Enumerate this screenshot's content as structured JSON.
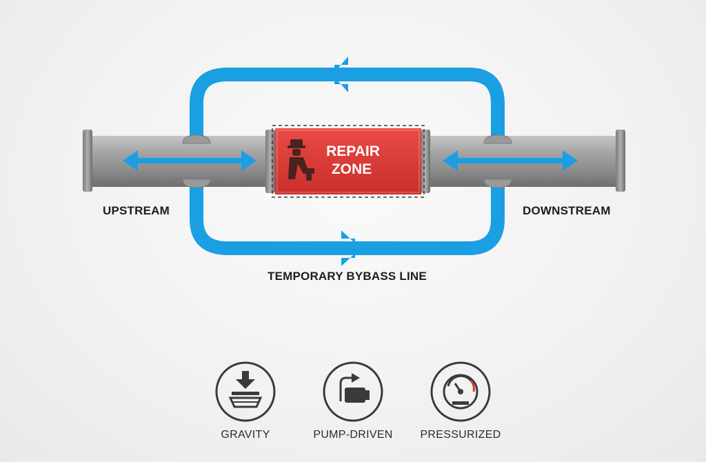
{
  "diagram": {
    "repair_zone": {
      "line1": "REPAIR",
      "line2": "ZONE"
    },
    "labels": {
      "upstream": "UPSTREAM",
      "downstream": "DOWNSTREAM",
      "bypass": "TEMPORARY BYBASS LINE"
    },
    "colors": {
      "bypass_line": "#1a9fe3",
      "repair_zone": "#e03a36",
      "pipe": "#8e8e8e"
    }
  },
  "methods": [
    {
      "label": "GRAVITY",
      "icon": "gravity-icon"
    },
    {
      "label": "PUMP-DRIVEN",
      "icon": "pump-icon"
    },
    {
      "label": "PRESSURIZED",
      "icon": "pressure-gauge-icon"
    }
  ]
}
